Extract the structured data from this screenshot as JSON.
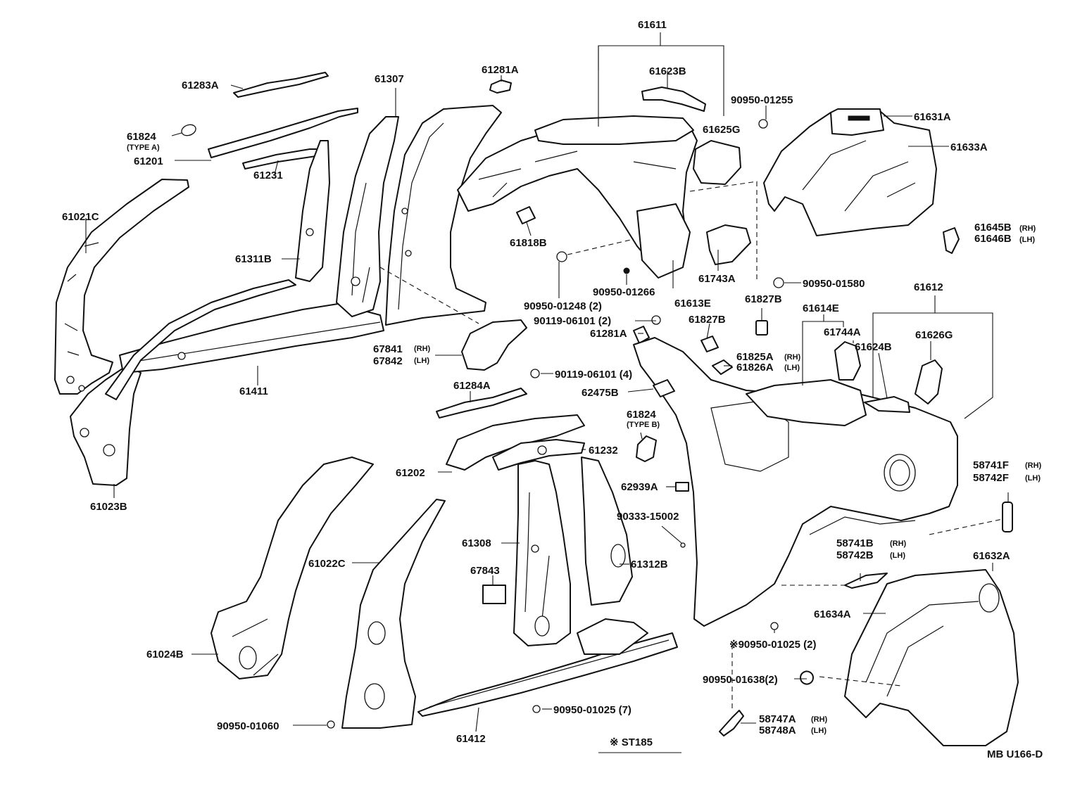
{
  "labels": {
    "l61611": "61611",
    "l61623B": "61623B",
    "l61281A_top": "61281A",
    "l61307": "61307",
    "l61283A": "61283A",
    "l61824_a": "61824",
    "l61824_a_type": "(TYPE A)",
    "l61201": "61201",
    "l61231": "61231",
    "l61021C": "61021C",
    "l61311B": "61311B",
    "l61411": "61411",
    "l61023B": "61023B",
    "l61818B": "61818B",
    "l90950_01248": "90950-01248 (2)",
    "l90950_01266": "90950-01266",
    "l61613E": "61613E",
    "l61743A": "61743A",
    "l90950_01255": "90950-01255",
    "l61625G": "61625G",
    "l61631A": "61631A",
    "l61633A": "61633A",
    "l61645B": "61645B",
    "l61646B": "61646B",
    "rh": "(RH)",
    "lh": "(LH)",
    "l90950_01580": "90950-01580",
    "l61827B_a": "61827B",
    "l61827B_b": "61827B",
    "l61614E": "61614E",
    "l61612": "61612",
    "l61744A": "61744A",
    "l61624B": "61624B",
    "l61626G": "61626G",
    "l90119_06101_2": "90119-06101 (2)",
    "l61281A_mid": "61281A",
    "l67841": "67841",
    "l67842": "67842",
    "l61825A": "61825A",
    "l61826A": "61826A",
    "l90119_06101_4": "90119-06101 (4)",
    "l61284A": "61284A",
    "l62475B": "62475B",
    "l61824_b": "61824",
    "l61824_b_type": "(TYPE B)",
    "l61232": "61232",
    "l61202": "61202",
    "l62939A": "62939A",
    "l90333_15002": "90333-15002",
    "l61308": "61308",
    "l61312B": "61312B",
    "l67843": "67843",
    "l61022C": "61022C",
    "l61024B": "61024B",
    "l90950_01060": "90950-01060",
    "l61412": "61412",
    "l90950_01025_7": "90950-01025 (7)",
    "l90950_01025_2": "※90950-01025 (2)",
    "l90950_01638": "90950-01638(2)",
    "l58741F": "58741F",
    "l58742F": "58742F",
    "l58741B": "58741B",
    "l58742B": "58742B",
    "l61632A": "61632A",
    "l61634A": "61634A",
    "l58747A": "58747A",
    "l58748A": "58748A",
    "l_st185": "※ ST185",
    "l_code": "MB U166-D"
  }
}
